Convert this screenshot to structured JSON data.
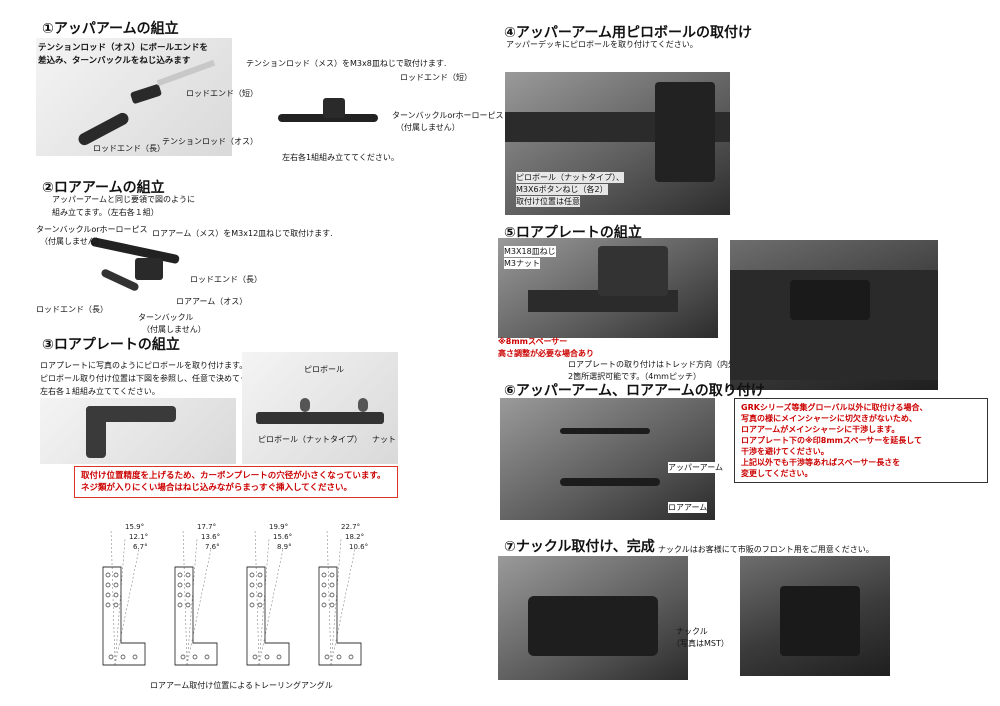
{
  "s1": {
    "title": "①アッパアームの組立",
    "note_a": [
      "テンションロッド（オス）にボールエンドを",
      "差込み、ターンバックルをねじ込みます"
    ],
    "rod_end_short_a": "ロッドエンド（短）",
    "tension_rod_male": "テンションロッド（オス）",
    "rod_end_long": "ロッドエンド（長）",
    "tension_rod_female": "テンションロッド（メス）をM3x8皿ねじで取付けます.",
    "rod_end_short_b": "ロッドエンド（短）",
    "turnbuckle": [
      "ターンバックルorホーローピス",
      "（付属しません）"
    ],
    "each_side": "左右各1組組み立ててください。"
  },
  "s2": {
    "title": "②ロアアームの組立",
    "intro": [
      "アッパーアームと同じ要領で図のように",
      "組み立てます。（左右各１組）"
    ],
    "turnbuckle_a": [
      "ターンバックルorホーローピス",
      "（付属しません）"
    ],
    "lower_arm_female": "ロアアーム（メス）をM3x12皿ねじで取付けます.",
    "rod_end_long_a": "ロッドエンド（長）",
    "rod_end_long_b": "ロッドエンド（長）",
    "lower_arm_male": "ロアアーム（オス）",
    "turnbuckle_b": [
      "ターンバックル",
      "（付属しません）"
    ]
  },
  "s3": {
    "title": "③ロアプレートの組立",
    "intro": [
      "ロアプレートに写真のようにピロボールを取り付けます。",
      "ピロボール取り付け位置は下図を参照し、任意で決めてください。",
      "左右各１組組み立ててください。"
    ],
    "pillow_ball": "ピロボール",
    "pillow_ball_nut": "ピロボール（ナットタイプ）",
    "nut": "ナット",
    "warning": [
      "取付け位置精度を上げるため、カーボンプレートの穴径が小さくなっています。",
      "ネジ類が入りにくい場合はねじ込みながらまっすぐ挿入してください。"
    ],
    "diagram_caption": "ロアアーム取付け位置によるトレーリングアングル",
    "angles": [
      [
        "15.9°",
        "12.1°",
        "6.7°"
      ],
      [
        "17.7°",
        "13.6°",
        "7.6°"
      ],
      [
        "19.9°",
        "15.6°",
        "8.9°"
      ],
      [
        "22.7°",
        "18.2°",
        "10.6°"
      ]
    ]
  },
  "s4": {
    "title": "④アッパーアーム用ピロボールの取付け",
    "intro": "アッパーデッキにピロボールを取り付けてください。",
    "note": [
      "ピロボール（ナットタイプ）、",
      "M3X6ボタンねじ（各2）",
      "取付け位置は任意"
    ]
  },
  "s5": {
    "title": "⑤ロアプレートの組立",
    "screw": "M3X18皿ねじ",
    "nut": "M3ナット",
    "spacer_note": [
      "※8mmスペーサー",
      "高さ調整が必要な場合あり"
    ],
    "tread_note": [
      "ロアプレートの取り付けはトレッド方向（内外）で",
      "2箇所選択可能です。（4mmピッチ）"
    ],
    "grk_note": [
      "GRKシリーズ等集グローバル以外に取付ける場合、",
      "写真の様にメインシャーシに切欠きがないため、",
      "ロアアームがメインシャーシに干渉します。",
      "ロアプレート下の※印8mmスペーサーを延長して",
      "干渉を避けてください。",
      "上記以外でも干渉等あればスペーサー長さを",
      "変更してください。"
    ]
  },
  "s6": {
    "title": "⑥アッパーアーム、ロアアームの取り付け",
    "upper_arm": "アッパーアーム",
    "lower_arm": "ロアアーム"
  },
  "s7": {
    "title": "⑦ナックル取付け、完成",
    "intro": "ナックルはお客様にて市販のフロント用をご用意ください。",
    "knuckle": [
      "ナックル",
      "（写真はMST）"
    ]
  }
}
